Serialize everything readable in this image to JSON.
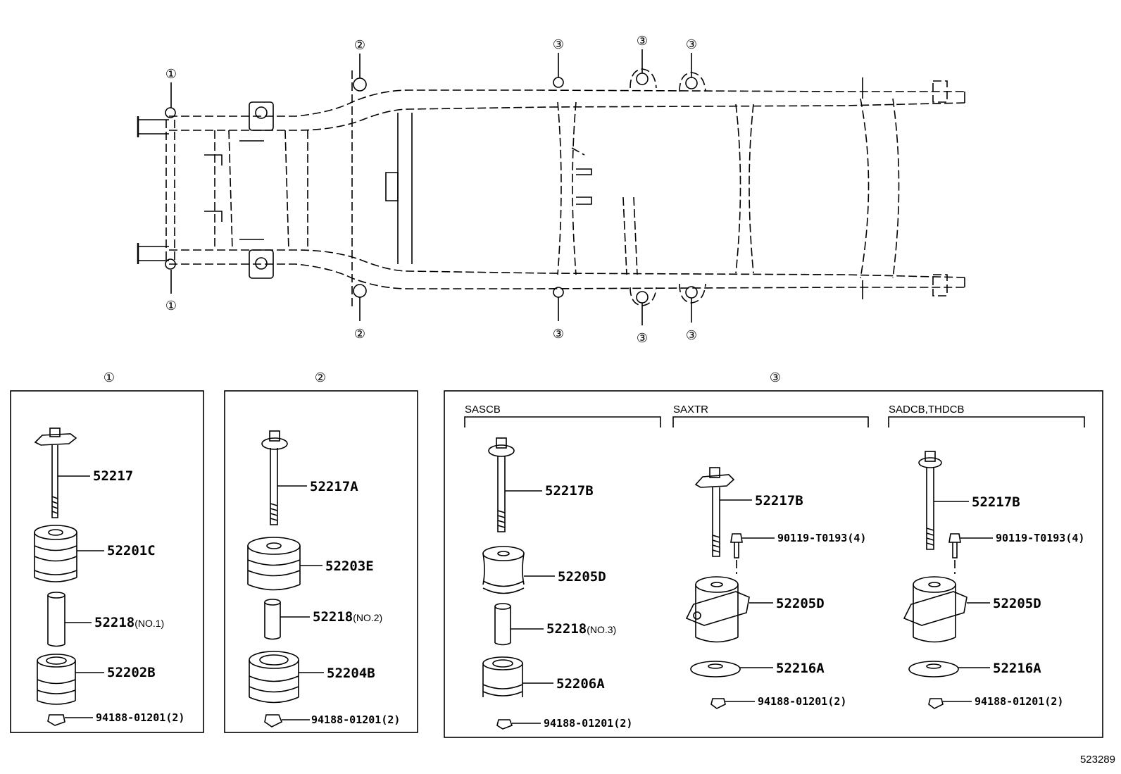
{
  "callouts": {
    "c1": "①",
    "c2": "②",
    "c3": "③"
  },
  "panels": {
    "p1": {
      "title": "①",
      "parts": [
        {
          "no": "52217",
          "note": ""
        },
        {
          "no": "52201C",
          "note": ""
        },
        {
          "no": "52218",
          "note": "(NO.1)"
        },
        {
          "no": "52202B",
          "note": ""
        },
        {
          "no": "94188-01201(2)",
          "note": ""
        }
      ]
    },
    "p2": {
      "title": "②",
      "parts": [
        {
          "no": "52217A",
          "note": ""
        },
        {
          "no": "52203E",
          "note": ""
        },
        {
          "no": "52218",
          "note": "(NO.2)"
        },
        {
          "no": "52204B",
          "note": ""
        },
        {
          "no": "94188-01201(2)",
          "note": ""
        }
      ]
    },
    "p3": {
      "title": "③",
      "variants": [
        {
          "name": "SASCB",
          "parts": [
            {
              "no": "52217B",
              "note": ""
            },
            {
              "no": "52205D",
              "note": ""
            },
            {
              "no": "52218",
              "note": "(NO.3)"
            },
            {
              "no": "52206A",
              "note": ""
            },
            {
              "no": "94188-01201(2)",
              "note": ""
            }
          ]
        },
        {
          "name": "SAXTR",
          "parts": [
            {
              "no": "52217B",
              "note": ""
            },
            {
              "no": "90119-T0193(4)",
              "note": ""
            },
            {
              "no": "52205D",
              "note": ""
            },
            {
              "no": "52216A",
              "note": ""
            },
            {
              "no": "94188-01201(2)",
              "note": ""
            }
          ]
        },
        {
          "name": "SADCB,THDCB",
          "parts": [
            {
              "no": "52217B",
              "note": ""
            },
            {
              "no": "90119-T0193(4)",
              "note": ""
            },
            {
              "no": "52205D",
              "note": ""
            },
            {
              "no": "52216A",
              "note": ""
            },
            {
              "no": "94188-01201(2)",
              "note": ""
            }
          ]
        }
      ]
    }
  },
  "figure_ref": "523289"
}
